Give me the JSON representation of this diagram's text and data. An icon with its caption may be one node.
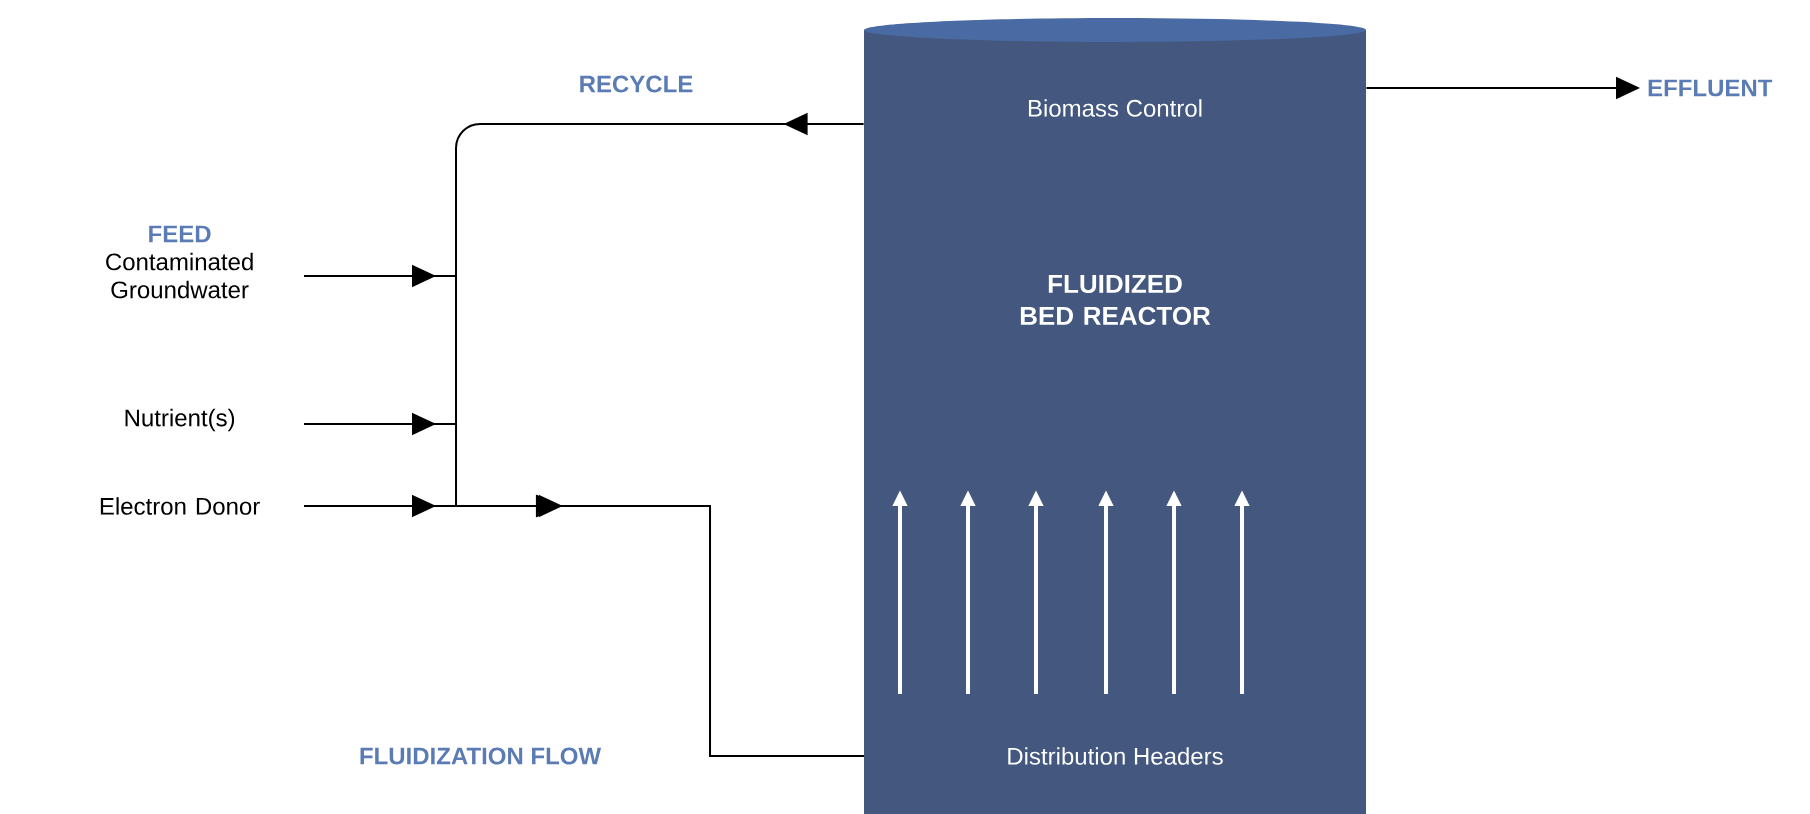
{
  "diagram": {
    "nodes": [
      {
        "text": [
          "Biomass Control",
          "FLUIDIZED BED REACTOR",
          "Distribution Headers"
        ]
      },
      {
        "text": [
          "FEED",
          "Contaminated Groundwater"
        ]
      },
      {
        "text": [
          "Nutrient(s)"
        ]
      },
      {
        "text": [
          "Electron Donor"
        ]
      },
      {
        "text": [
          "EFFLUENT"
        ]
      }
    ],
    "edges": [
      {
        "from": 1,
        "to": 0,
        "arrow": "to"
      },
      {
        "from": 2,
        "to": 0,
        "arrow": "to"
      },
      {
        "from": 3,
        "to": 0,
        "arrow": "to"
      },
      {
        "from": 0,
        "to": 0,
        "arrow": "to",
        "label": "RECYCLE"
      },
      {
        "from": 0,
        "to": 4,
        "arrow": "to"
      }
    ],
    "labels": [
      "FLUIDIZATION FLOW"
    ]
  }
}
